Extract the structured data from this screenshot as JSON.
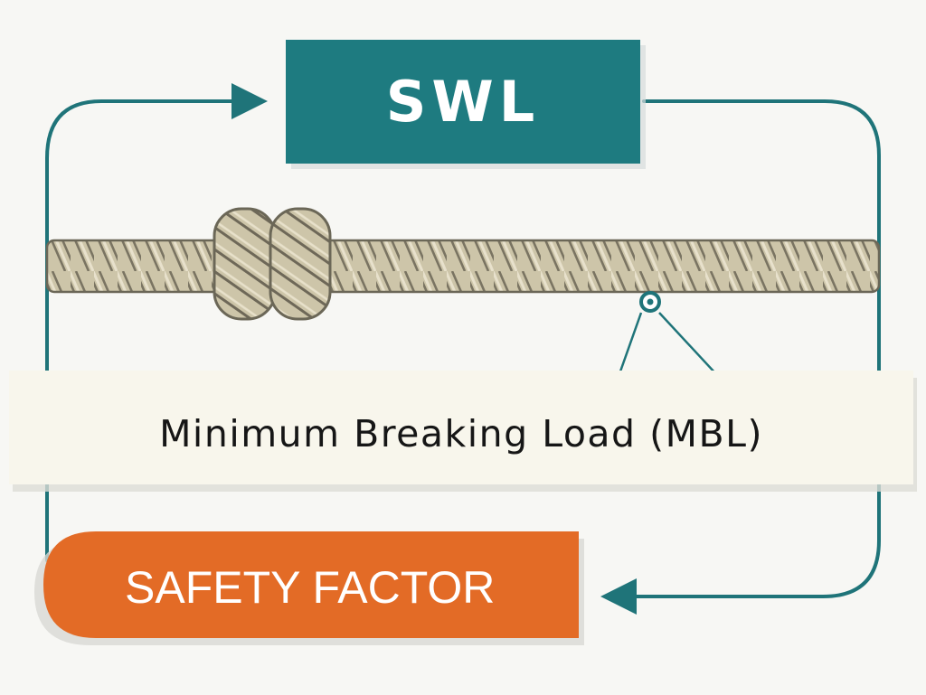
{
  "diagram": {
    "nodes": {
      "swl": {
        "label": "SWL"
      },
      "mbl": {
        "label": "Minimum Breaking Load (MBL)"
      },
      "safety_factor": {
        "label": "SAFETY FACTOR"
      }
    },
    "edges": [
      {
        "from": "safety_factor",
        "to": "swl",
        "style": "arrow"
      },
      {
        "from": "swl",
        "to": "safety_factor",
        "style": "arrow"
      },
      {
        "from": "rope",
        "to": "mbl",
        "style": "callout"
      }
    ],
    "icons": [
      "rope-icon",
      "knot-icon",
      "callout-marker-icon",
      "arrow-head-icon"
    ],
    "colors": {
      "swl_fill": "#1e7b80",
      "connector": "#1f7479",
      "safety_fill": "#e36b26",
      "mbl_fill": "#f8f6ec",
      "rope_fill": "#cdc5a9",
      "rope_stroke": "#6b6757",
      "background": "#f7f7f4"
    }
  }
}
